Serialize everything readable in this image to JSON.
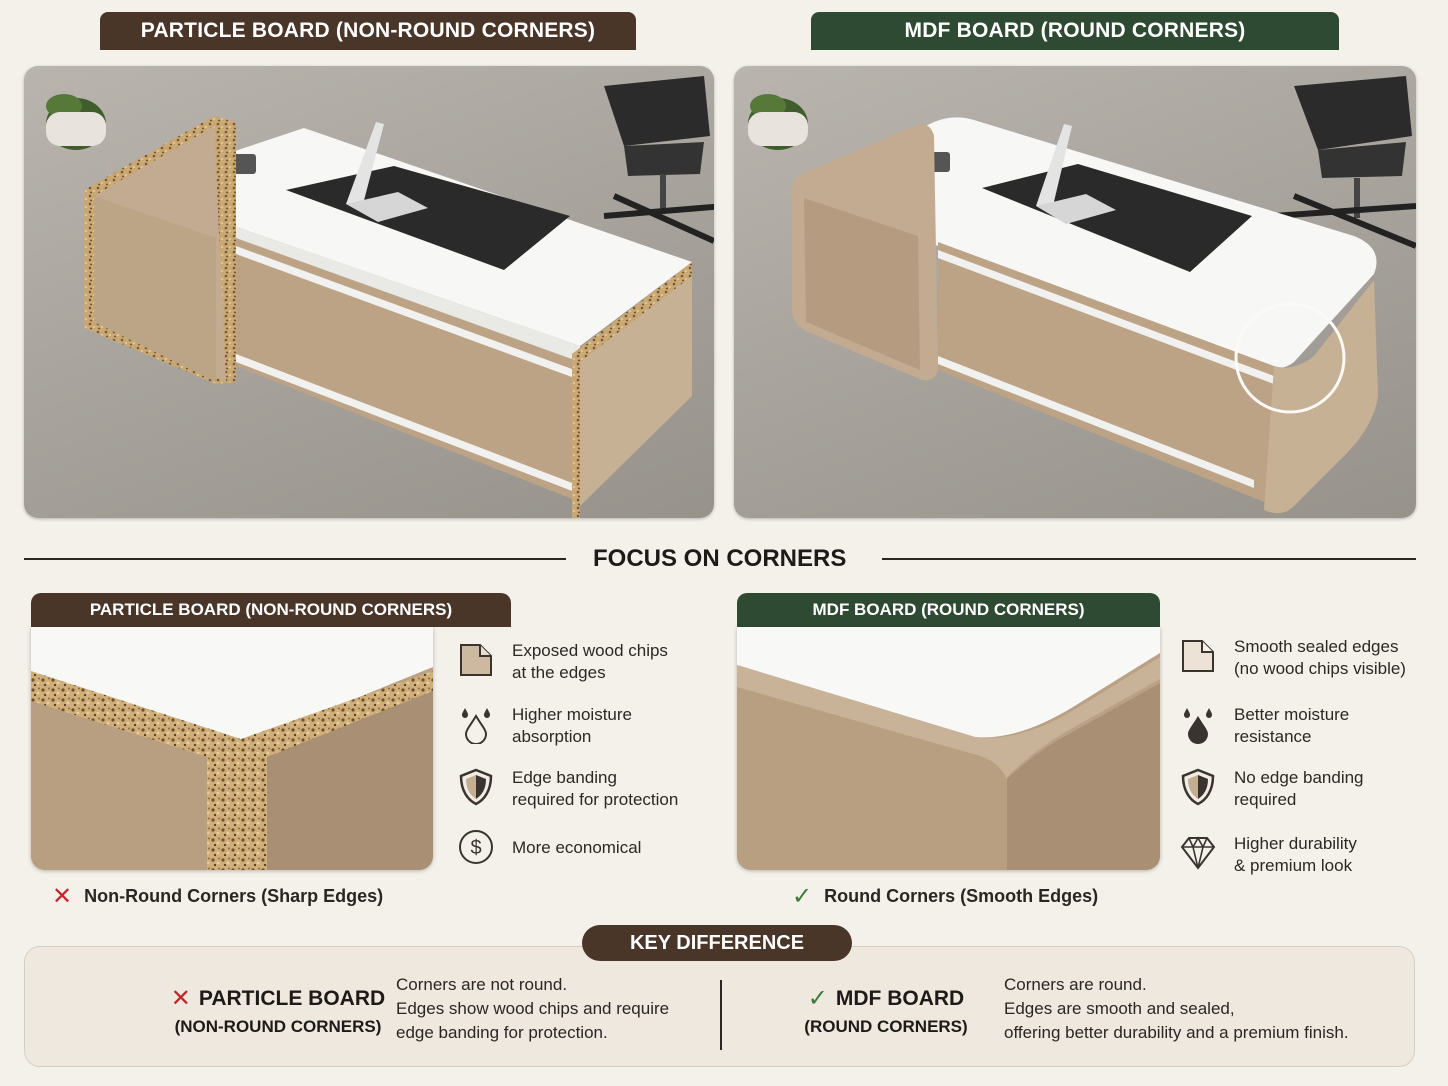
{
  "top": {
    "left_banner": "PARTICLE BOARD (NON-ROUND CORNERS)",
    "right_banner": "MDF BOARD (ROUND CORNERS)"
  },
  "section_title": "FOCUS ON CORNERS",
  "left_panel": {
    "header": "PARTICLE BOARD (NON-ROUND CORNERS)",
    "features": [
      {
        "icon": "page-corner-icon",
        "text": "Exposed wood chips\nat the edges"
      },
      {
        "icon": "water-drops-icon",
        "text": "Higher moisture\nabsorption"
      },
      {
        "icon": "shield-icon",
        "text": "Edge banding\nrequired for protection"
      },
      {
        "icon": "dollar-icon",
        "text": "More economical"
      }
    ],
    "verdict": "Non-Round Corners (Sharp Edges)",
    "verdict_mark": "✕"
  },
  "right_panel": {
    "header": "MDF BOARD (ROUND CORNERS)",
    "features": [
      {
        "icon": "page-corner-icon",
        "text": "Smooth sealed edges\n(no wood chips visible)"
      },
      {
        "icon": "water-drops-icon",
        "text": "Better moisture\nresistance"
      },
      {
        "icon": "shield-icon",
        "text": "No edge banding\nrequired"
      },
      {
        "icon": "diamond-icon",
        "text": "Higher durability\n& premium look"
      }
    ],
    "verdict": "Round Corners (Smooth Edges)",
    "verdict_mark": "✓"
  },
  "key_difference": {
    "title": "KEY DIFFERENCE",
    "left": {
      "mark": "✕",
      "name": "PARTICLE BOARD",
      "sub": "(NON-ROUND CORNERS)",
      "lines": [
        "Corners are not round.",
        "Edges show wood chips and require",
        "edge banding for protection."
      ]
    },
    "right": {
      "mark": "✓",
      "name": "MDF BOARD",
      "sub": "(ROUND CORNERS)",
      "lines": [
        "Corners are round.",
        "Edges are smooth and sealed,",
        "offering better durability and a premium finish."
      ]
    }
  },
  "colors": {
    "brown": "#4a3529",
    "green": "#2f4a32",
    "background": "#f4f0ea",
    "red_mark": "#c0292b",
    "green_mark": "#3d7a3a",
    "desk_beige": "#c2ab90"
  }
}
